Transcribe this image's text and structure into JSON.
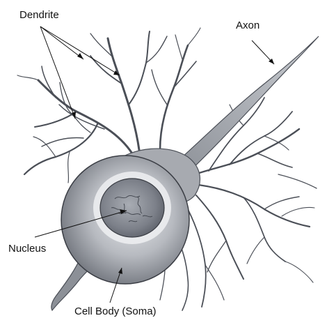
{
  "labels": {
    "dendrite": "Dendrite",
    "axon": "Axon",
    "nucleus": "Nucleus",
    "soma": "Cell Body (Soma)"
  },
  "colors": {
    "ink": "#3a3d44",
    "cell_fill": "#b9bcc2",
    "nucleus_fill": "#8a8e96",
    "highlight": "#eef0f2"
  }
}
